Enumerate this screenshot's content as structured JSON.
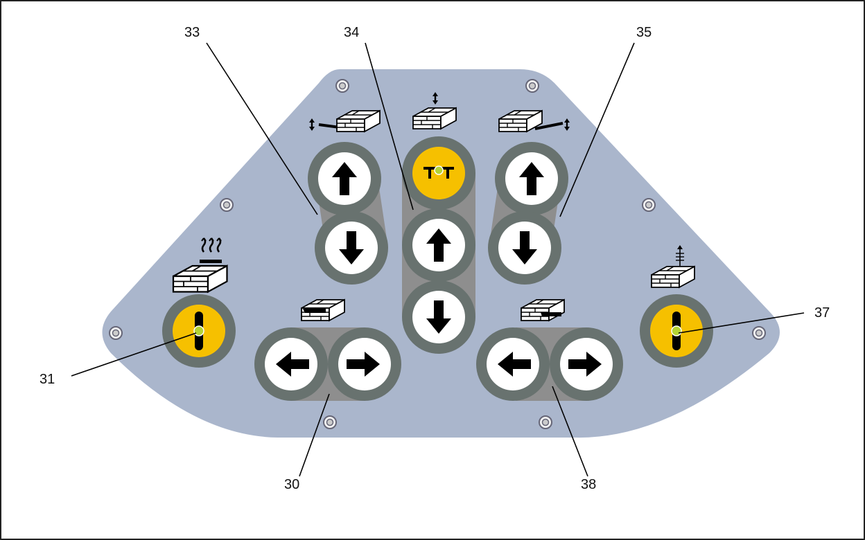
{
  "callouts": {
    "c30": "30",
    "c31": "31",
    "c33": "33",
    "c34": "34",
    "c35": "35",
    "c37": "37",
    "c38": "38"
  },
  "colors": {
    "panel": "#aab6cc",
    "strip": "#8e8e8e",
    "ring": "#68726f",
    "button_face": "#ffffff",
    "indicator": "#f6c000",
    "led": "#b5d334",
    "arrow": "#000000"
  },
  "icons": {
    "arrow_up": "arrow-up-icon",
    "arrow_down": "arrow-down-icon",
    "arrow_left": "arrow-left-icon",
    "arrow_right": "arrow-right-icon",
    "heated_bed": "heated-bed-icon",
    "bed_lift": "bed-lift-icon"
  }
}
